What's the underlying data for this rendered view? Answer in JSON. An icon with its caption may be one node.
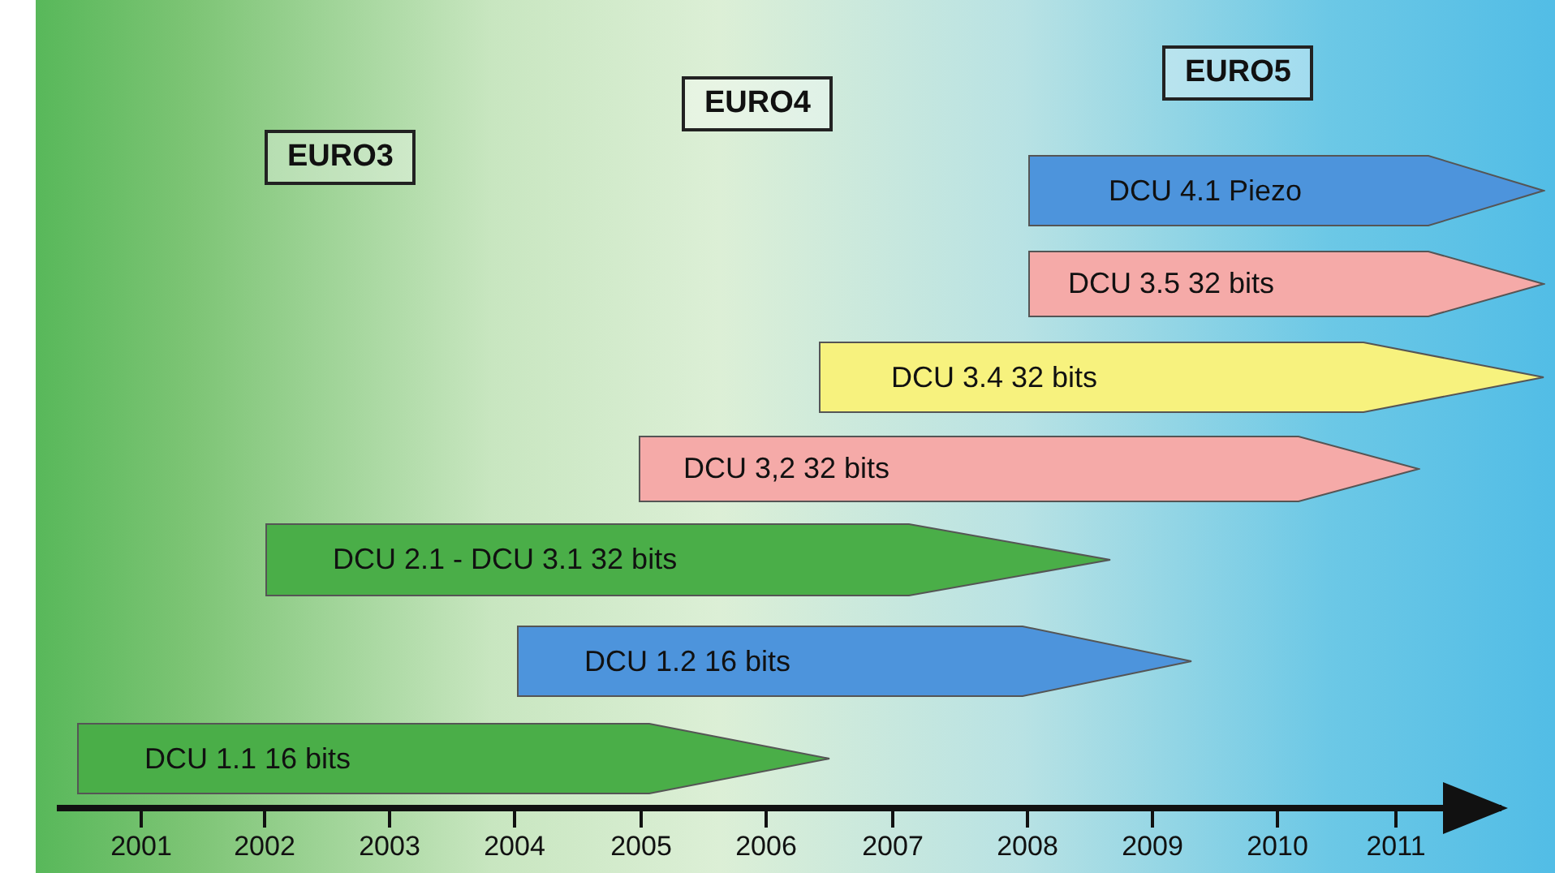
{
  "diagram": {
    "nodes": [
      {
        "text": [
          "EURO3"
        ]
      },
      {
        "text": [
          "EURO4"
        ]
      },
      {
        "text": [
          "EURO5"
        ]
      },
      {
        "text": [
          "DCU 4.1 Piezo"
        ]
      },
      {
        "text": [
          "DCU 3.5 32 bits"
        ]
      },
      {
        "text": [
          "DCU 3.4 32 bits"
        ]
      },
      {
        "text": [
          "DCU 3,2 32 bits"
        ]
      },
      {
        "text": [
          "DCU 2.1 - DCU 3.1 32 bits"
        ]
      },
      {
        "text": [
          "DCU 1.2 16 bits"
        ]
      },
      {
        "text": [
          "DCU 1.1 16 bits"
        ]
      }
    ],
    "edges": [],
    "labels": [
      "2001",
      "2002",
      "2003",
      "2004",
      "2005",
      "2006",
      "2007",
      "2008",
      "2009",
      "2010",
      "2011"
    ]
  }
}
